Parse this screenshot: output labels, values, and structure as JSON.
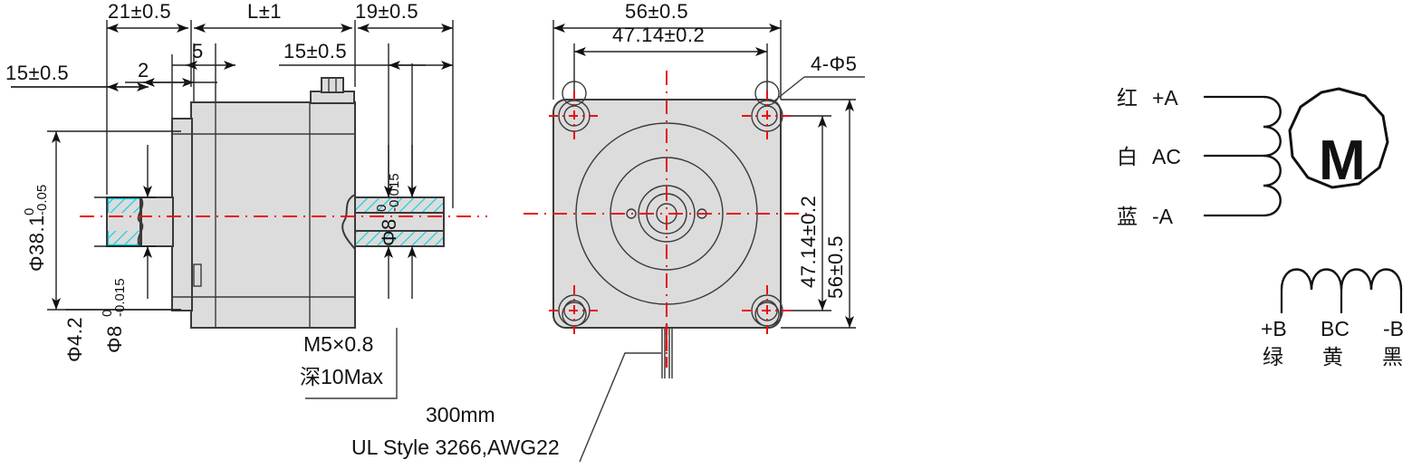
{
  "drawing": {
    "title": "Stepper Motor Dimensional Drawing",
    "colors": {
      "body_fill": "#dcdcdc",
      "outline": "#3a3a3a",
      "centerline": "#e81010",
      "hatch": "#00d0e0",
      "dimension": "#111111"
    }
  },
  "side_view": {
    "name": "side-view",
    "dimensions": {
      "shaft_flat_left": "15±0.5",
      "front_boss": "21±0.5",
      "body_length": "L±1",
      "shaft_length": "19±0.5",
      "step_2": "2",
      "step_5": "5",
      "shaft_usable": "15±0.5",
      "pilot_diameter": "Φ38.1",
      "pilot_tol_upper": "0",
      "pilot_tol_lower": "-0.05",
      "mount_hole_dia": "Φ4.2",
      "shaft_dia_left": "Φ8",
      "shaft_dia_left_tol_upper": "0",
      "shaft_dia_left_tol_lower": "-0.015",
      "shaft_dia_right": "Φ8",
      "shaft_dia_right_tol_upper": "0",
      "shaft_dia_right_tol_lower": "-0.015"
    },
    "notes": {
      "thread": "M5×0.8",
      "thread_depth": "深10Max"
    }
  },
  "front_view": {
    "name": "front-view",
    "dimensions": {
      "width": "56±0.5",
      "bolt_circle_horizontal": "47.14±0.2",
      "bolt_circle_vertical": "47.14±0.2",
      "height": "56±0.5",
      "mount_holes": "4-Φ5"
    }
  },
  "cable_note": {
    "length": "300mm",
    "spec": "UL Style 3266,AWG22"
  },
  "wiring_diagram": {
    "name": "wiring-diagram",
    "motor_symbol": "M",
    "phase_a": [
      {
        "color_cn": "红",
        "terminal": "+A"
      },
      {
        "color_cn": "白",
        "terminal": "AC"
      },
      {
        "color_cn": "蓝",
        "terminal": "-A"
      }
    ],
    "phase_b": [
      {
        "terminal": "+B",
        "color_cn": "绿"
      },
      {
        "terminal": "BC",
        "color_cn": "黄"
      },
      {
        "terminal": "-B",
        "color_cn": "黑"
      }
    ]
  }
}
